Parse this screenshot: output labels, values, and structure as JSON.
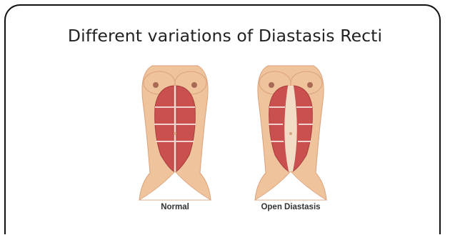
{
  "title": "Different variations of Diastasis Recti",
  "figures": [
    {
      "label": "Normal",
      "icon": "torso-normal-icon"
    },
    {
      "label": "Open Diastasis",
      "icon": "torso-open-diastasis-icon"
    }
  ],
  "colors": {
    "skin": "#efc39c",
    "skin_shade": "#d9a27c",
    "muscle": "#c9504e",
    "muscle_dark": "#a83e3d",
    "linea": "#f2d3cf",
    "nipple": "#a86a55",
    "frame": "#111111"
  }
}
